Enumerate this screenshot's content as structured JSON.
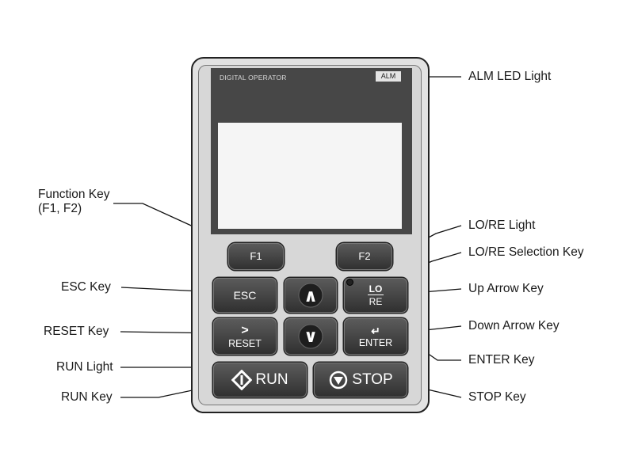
{
  "operator": {
    "panel_title": "DIGITAL OPERATOR",
    "alm_indicator": "ALM"
  },
  "keys": {
    "f1": "F1",
    "f2": "F2",
    "esc": "ESC",
    "up": "∧",
    "down": "∨",
    "lo": "LO",
    "re": "RE",
    "reset_symbol": ">",
    "reset": "RESET",
    "enter_symbol": "↵",
    "enter": "ENTER",
    "run": "RUN",
    "stop": "STOP"
  },
  "callouts": {
    "function_key_line1": "Function Key",
    "function_key_line2": "(F1, F2)",
    "esc_key": "ESC Key",
    "reset_key": "RESET Key",
    "run_light": "RUN Light",
    "run_key": "RUN Key",
    "alm_led_light": "ALM LED Light",
    "lore_light": "LO/RE Light",
    "lore_selection_key": "LO/RE Selection Key",
    "up_arrow_key": "Up Arrow Key",
    "down_arrow_key": "Down Arrow Key",
    "enter_key": "ENTER Key",
    "stop_key": "STOP Key"
  }
}
